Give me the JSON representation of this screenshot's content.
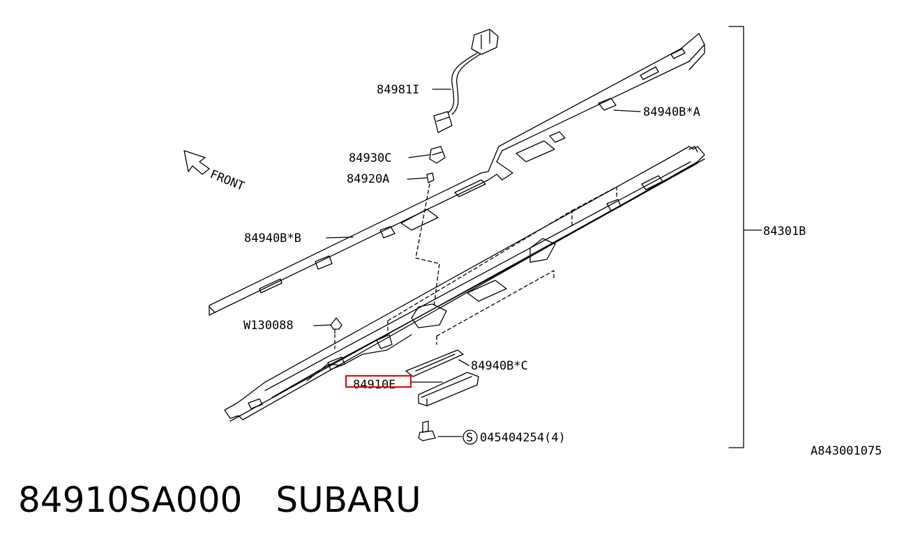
{
  "labels": {
    "harness": "84981I",
    "socket": "84930C",
    "bulb": "84920A",
    "pad_a": "84940B*A",
    "pad_b": "84940B*B",
    "clip": "W130088",
    "pad_c": "84940B*C",
    "lens": "84910E",
    "screw": "045404254(4)",
    "screw_symbol": "S",
    "assembly": "84301B",
    "front": "FRONT",
    "diagram_code": "A843001075"
  },
  "footer": {
    "part_number": "84910SA000",
    "brand": "SUBARU"
  },
  "colors": {
    "line": "#000000",
    "highlight": "#e00000",
    "background": "#ffffff"
  }
}
